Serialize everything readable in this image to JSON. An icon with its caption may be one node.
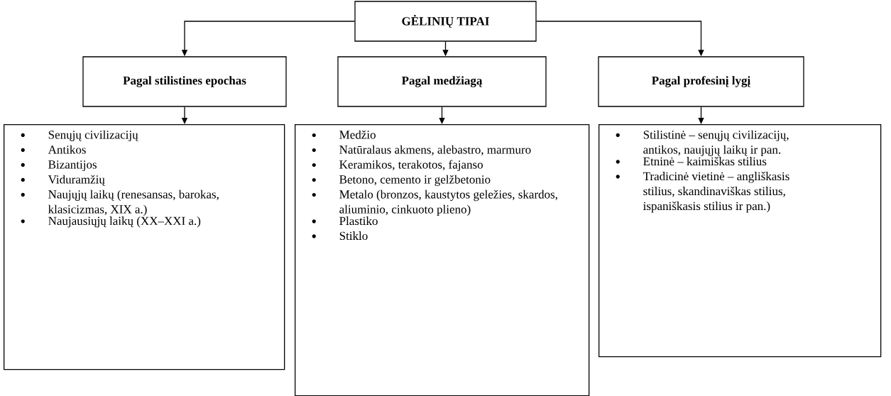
{
  "diagram": {
    "nodes": [
      {
        "text": [
          "GĖLINIŲ TIPAI"
        ]
      },
      {
        "text": [
          "Pagal stilistines epochas"
        ]
      },
      {
        "text": [
          "Pagal medžiagą"
        ]
      },
      {
        "text": [
          "Pagal profesinį lygį"
        ]
      },
      {
        "text": [
          "Senųjų civilizacijų",
          "Antikos",
          "Bizantijos",
          "Viduramžių",
          "Naujųjų laikų (renesansas, barokas, klasicizmas, XIX a.)",
          "Naujausiųjų laikų (XX–XXI a.)"
        ]
      },
      {
        "text": [
          "Medžio",
          "Natūralaus akmens, alebastro, marmuro",
          "Keramikos, terakotos, fajanso",
          "Betono, cemento ir gelžbetonio",
          "Metalo (bronzos, kaustytos geležies, skardos, aliuminio, cinkuoto plieno)",
          "Plastiko",
          "Stiklo"
        ]
      },
      {
        "text": [
          "Stilistinė – senųjų civilizacijų, antikos, naujųjų laikų ir pan.",
          "Etninė – kaimiškas stilius",
          "Tradicinė vietinė – angliškasis stilius, skandinaviškas stilius, ispaniškasis stilius ir pan.)"
        ]
      }
    ],
    "edges": [
      {
        "from": 0,
        "to": 1,
        "arrow": "to"
      },
      {
        "from": 0,
        "to": 2,
        "arrow": "to"
      },
      {
        "from": 0,
        "to": 3,
        "arrow": "to"
      },
      {
        "from": 1,
        "to": 4,
        "arrow": "to"
      },
      {
        "from": 2,
        "to": 5,
        "arrow": "to"
      },
      {
        "from": 3,
        "to": 6,
        "arrow": "to"
      }
    ]
  }
}
